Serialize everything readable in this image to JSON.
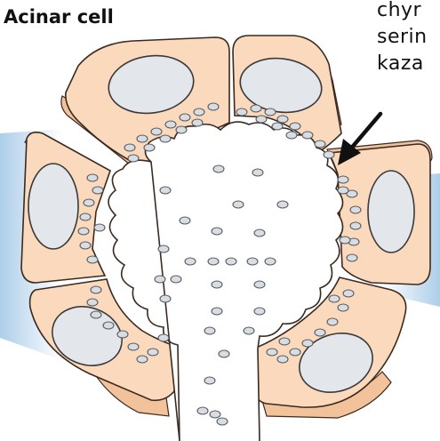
{
  "labels": {
    "title": "Acinar cell",
    "annotation": [
      "chyr",
      "serin",
      "kaza"
    ]
  },
  "colors": {
    "cell_fill": "#fbd9bc",
    "cell_side": "#f2c39b",
    "nucleus": "#e3e6ea",
    "vesicle": "#d9dde2",
    "background_blue": "#a9cbe8",
    "outline": "#3a2a20"
  }
}
